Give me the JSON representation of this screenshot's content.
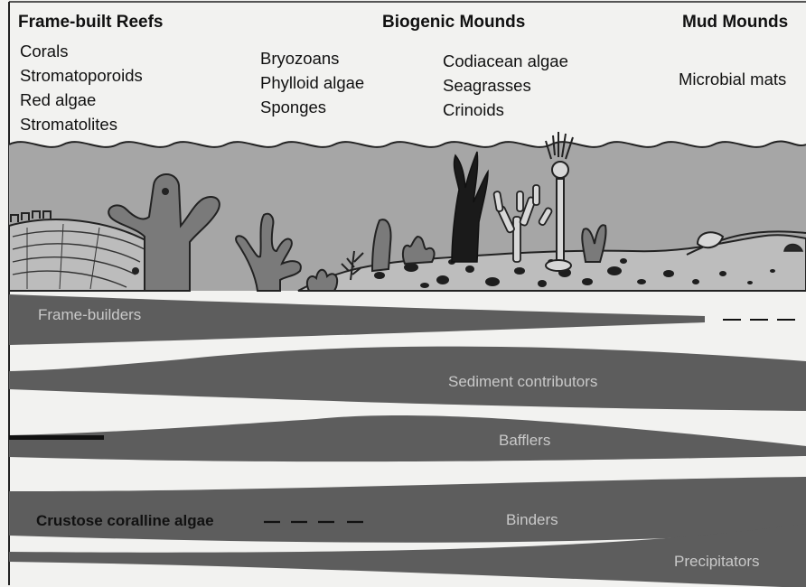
{
  "headers": {
    "frame_built": "Frame-built Reefs",
    "biogenic": "Biogenic Mounds",
    "mud": "Mud Mounds"
  },
  "organism_groups": {
    "group1": [
      "Corals",
      "Stromatoporoids",
      "Red algae",
      "Stromatolites"
    ],
    "group2": [
      "Bryozoans",
      "Phylloid algae",
      "Sponges"
    ],
    "group3": [
      "Codiacean algae",
      "Seagrasses",
      "Crinoids"
    ],
    "group4": [
      "Microbial mats"
    ]
  },
  "bands": {
    "frame_builders": "Frame-builders",
    "sediment_contributors": "Sediment contributors",
    "bafflers": "Bafflers",
    "binders": "Binders",
    "precipitators": "Precipitators"
  },
  "crustose_label": "Crustose coralline algae",
  "colors": {
    "background": "#f2f2f0",
    "band_fill": "#5d5d5d",
    "seafloor_fill": "#b8b8b8",
    "water_fill": "#a6a6a6",
    "organism_fill": "#7a7a7a",
    "ink": "#111111"
  }
}
